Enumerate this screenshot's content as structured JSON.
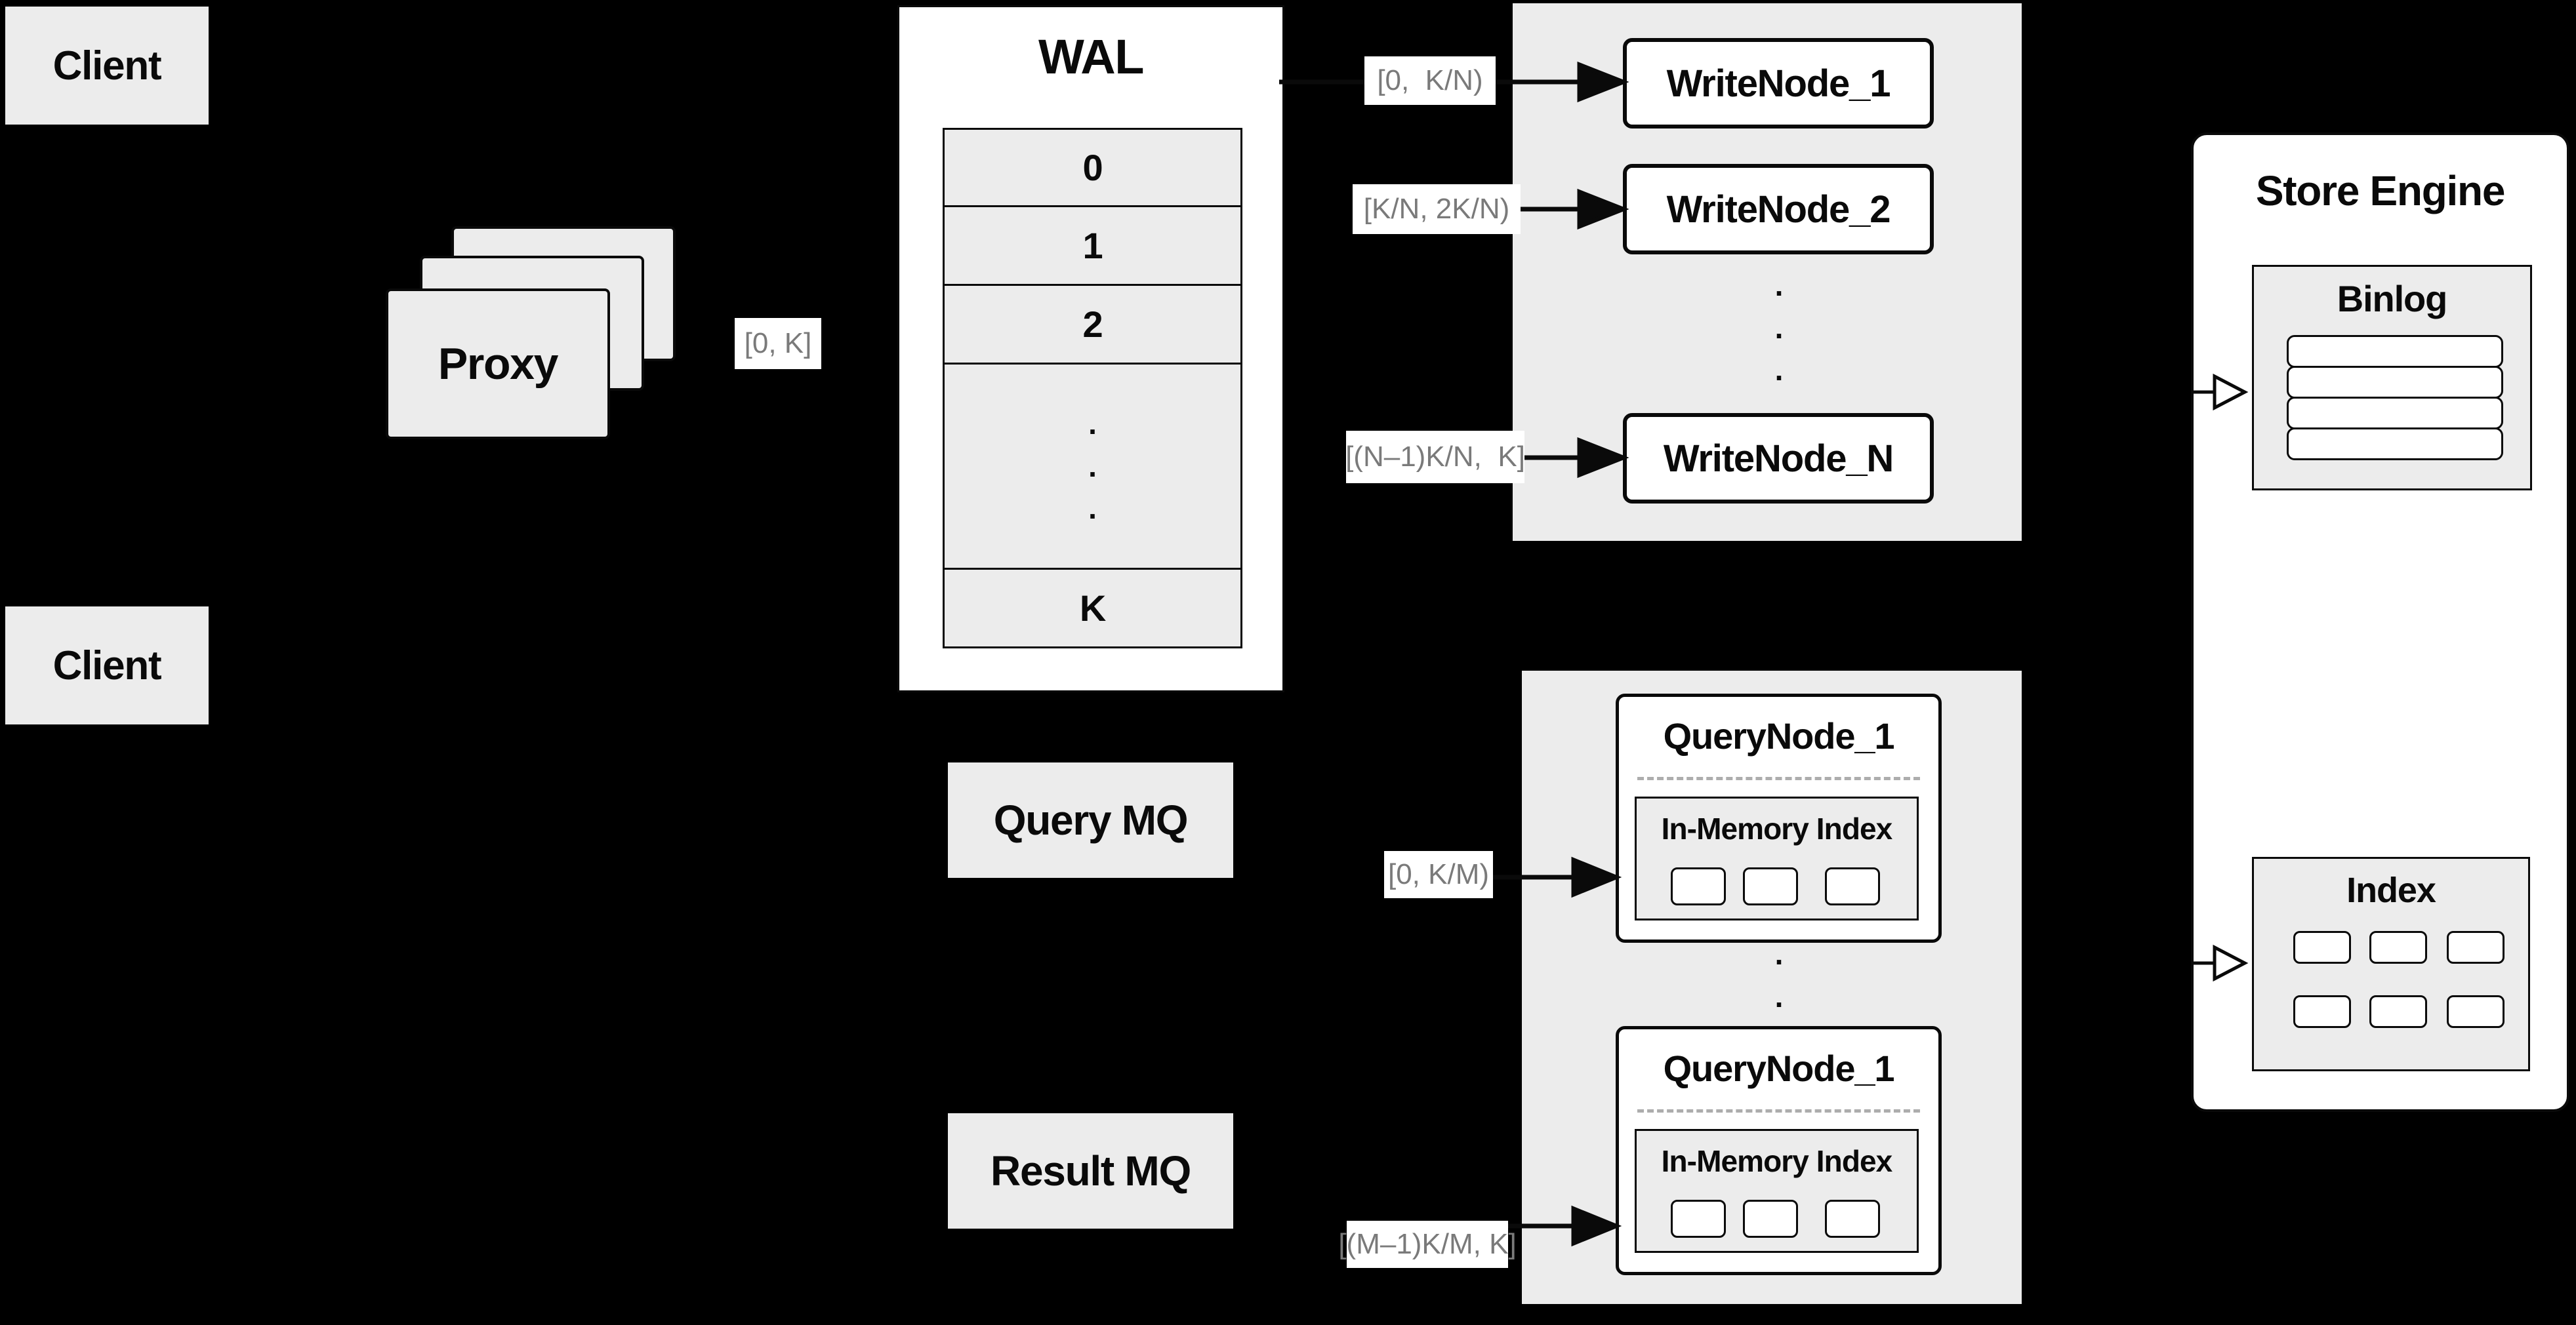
{
  "clients": {
    "top": "Client",
    "bottom": "Client"
  },
  "proxy": {
    "label": "Proxy"
  },
  "wal": {
    "title": "WAL",
    "rows": [
      "0",
      "1",
      "2",
      ".\n.\n.",
      "K"
    ]
  },
  "ranges": {
    "proxy_out": "[0, K]",
    "write1": "[0,  K/N)",
    "write2": "[K/N, 2K/N)",
    "writeN": "[(N–1)K/N,  K]",
    "query1": "[0, K/M)",
    "queryM": "[(M–1)K/M, K]"
  },
  "write_nodes": {
    "node1": "WriteNode_1",
    "node2": "WriteNode_2",
    "nodeN": "WriteNode_N",
    "dots": ".\n.\n."
  },
  "query_nodes": {
    "node1": {
      "title": "QueryNode_1",
      "inner_title": "In-Memory Index"
    },
    "node2": {
      "title": "QueryNode_1",
      "inner_title": "In-Memory Index"
    },
    "dots": ".\n.\n."
  },
  "mq": {
    "query": "Query MQ",
    "result": "Result MQ"
  },
  "store_engine": {
    "title": "Store Engine",
    "binlog_title": "Binlog",
    "index_title": "Index"
  },
  "colors": {
    "background": "#000000",
    "panel_gray": "#ececec",
    "box_white": "#ffffff",
    "line_black": "#0a0a0a",
    "label_text": "#7a7a7a",
    "dash_gray": "#adadad"
  }
}
